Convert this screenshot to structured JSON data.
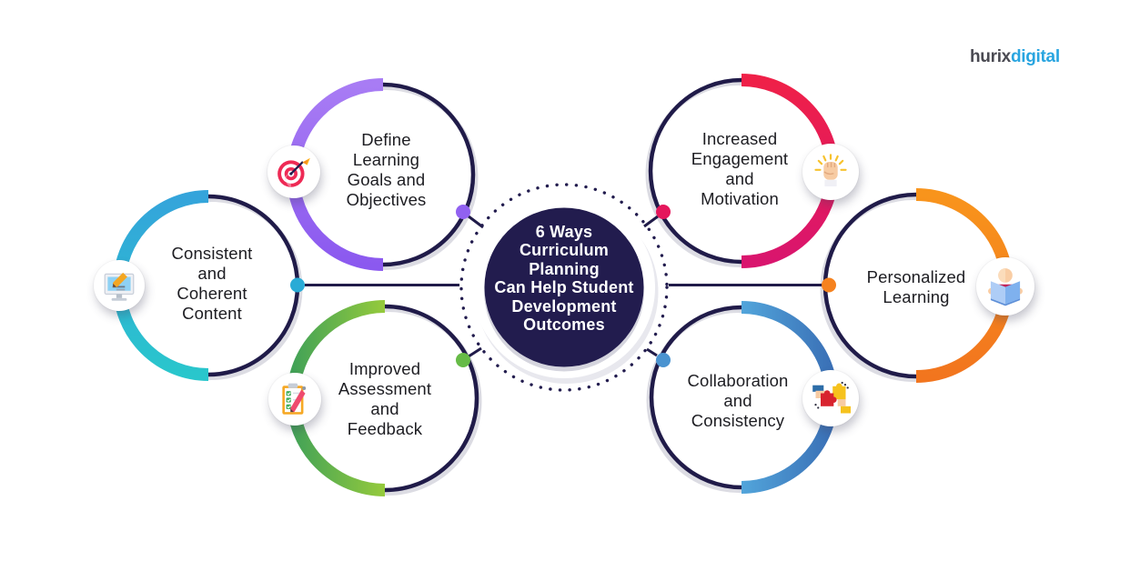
{
  "logo": {
    "part1": "hurix",
    "part2": "digital",
    "part1_color": "#4a4a52",
    "part2_color": "#29a5e0"
  },
  "center": {
    "title": "6 Ways\nCurriculum\nPlanning\nCan Help Student\nDevelopment\nOutcomes",
    "bg_color": "#221c4e",
    "text_color": "#ffffff"
  },
  "colors": {
    "navy": "#201b49",
    "label_text": "#1d1d22",
    "shadow_gray": "#dcdce3"
  },
  "nodes": [
    {
      "id": "define-learning-goals",
      "position": "top-left",
      "label": "Define\nLearning\nGoals and\nObjectives",
      "accent": "#9161f1",
      "icon": "target-dart-icon"
    },
    {
      "id": "consistent-coherent-content",
      "position": "left",
      "label": "Consistent\nand\nCoherent\nContent",
      "accent": "#2aabd6",
      "icon": "monitor-pencil-icon"
    },
    {
      "id": "improved-assessment-feedback",
      "position": "bottom-left",
      "label": "Improved\nAssessment\nand\nFeedback",
      "accent": "#66bb47",
      "icon": "checklist-clipboard-icon"
    },
    {
      "id": "increased-engagement-motivation",
      "position": "top-right",
      "label": "Increased\nEngagement\nand\nMotivation",
      "accent": "#e5175c",
      "icon": "raised-fist-icon"
    },
    {
      "id": "personalized-learning",
      "position": "right",
      "label": "Personalized\nLearning",
      "accent": "#f5821f",
      "icon": "reading-person-icon"
    },
    {
      "id": "collaboration-consistency",
      "position": "bottom-right",
      "label": "Collaboration\nand\nConsistency",
      "accent": "#4a93d0",
      "icon": "puzzle-hands-icon"
    }
  ]
}
